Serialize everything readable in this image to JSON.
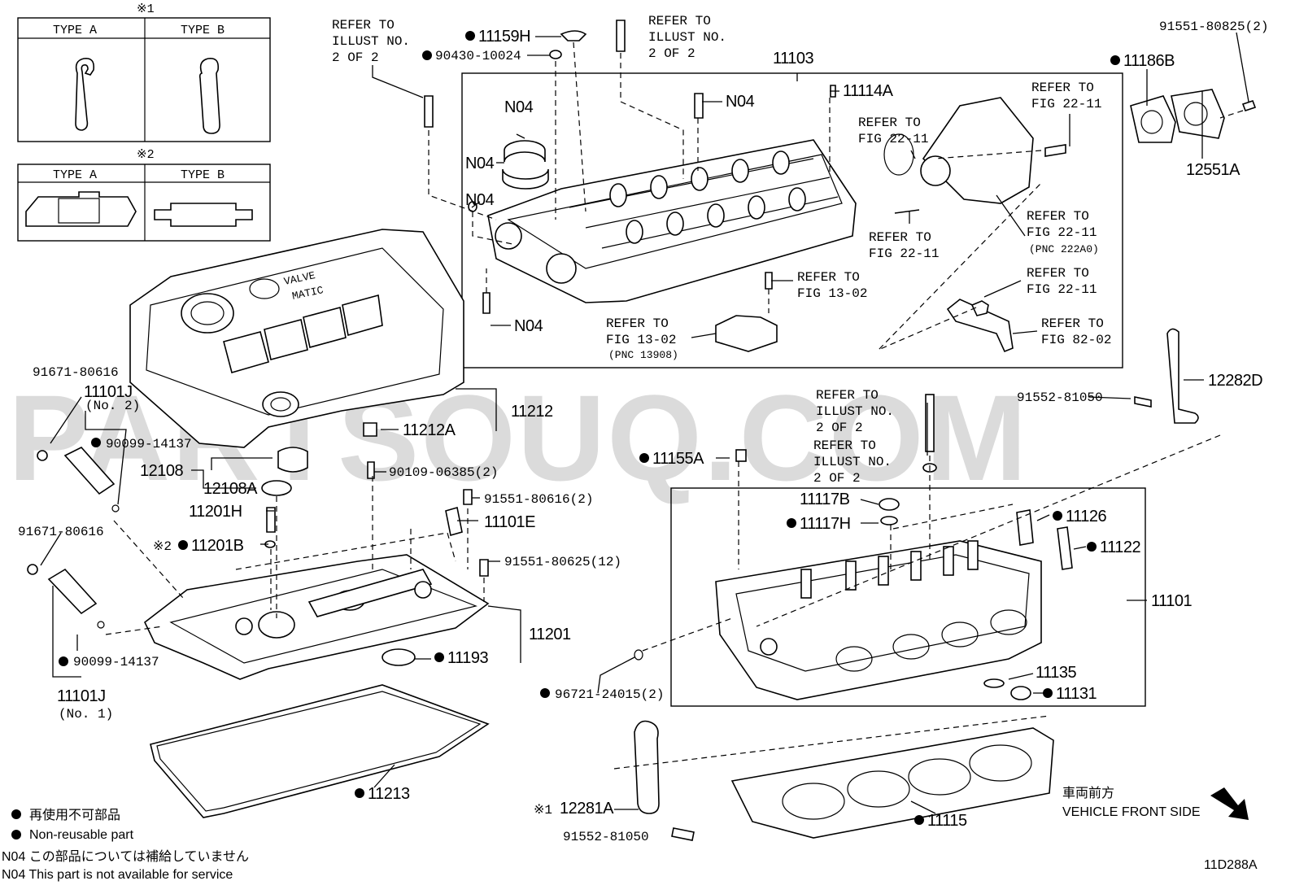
{
  "watermark": "PARTSOUQ.COM",
  "diagram_code": "11D288A",
  "front_side": {
    "jp": "車両前方",
    "en": "VEHICLE FRONT SIDE"
  },
  "legend": {
    "nonreusable_jp": "再使用不可部品",
    "nonreusable_en": "Non-reusable part",
    "n04_jp": "N04  この部品については補給していません",
    "n04_en": "N04  This part is not available for service"
  },
  "type_tables": {
    "t1": {
      "mark": "※1",
      "a": "TYPE A",
      "b": "TYPE B"
    },
    "t2": {
      "mark": "※2",
      "a": "TYPE A",
      "b": "TYPE B"
    }
  },
  "cover_text": {
    "line1": "VALVE",
    "line2": "MATIC"
  },
  "refs": {
    "r1": [
      "REFER TO",
      "ILLUST NO.",
      "2 OF 2"
    ],
    "r2": [
      "REFER TO",
      "ILLUST NO.",
      "2 OF 2"
    ],
    "r3": [
      "REFER TO",
      "FIG 22-11"
    ],
    "r4": [
      "REFER TO",
      "FIG 22-11"
    ],
    "r5": [
      "REFER TO",
      "FIG 22-11",
      "(PNC 222A0)"
    ],
    "r6": [
      "REFER TO",
      "FIG 22-11"
    ],
    "r7": [
      "REFER TO",
      "FIG 22-11"
    ],
    "r8": [
      "REFER TO",
      "FIG 13-02"
    ],
    "r9": [
      "REFER TO",
      "FIG 13-02",
      "(PNC 13908)"
    ],
    "r10": [
      "REFER TO",
      "FIG 82-02"
    ],
    "r11": [
      "REFER TO",
      "ILLUST NO.",
      "2 OF 2"
    ],
    "r12": [
      "REFER TO",
      "ILLUST NO.",
      "2 OF 2"
    ]
  },
  "labels": {
    "p11159H": "11159H",
    "p90430": "90430-10024",
    "p11103": "11103",
    "p11114A": "11114A",
    "n04_a": "N04",
    "n04_b": "N04",
    "n04_c": "N04",
    "n04_d": "N04",
    "n04_e": "N04",
    "p11186B": "11186B",
    "p91551_25_2": "91551-80825(2)",
    "p12551A": "12551A",
    "p91671_a": "91671-80616",
    "p11101J_2": "11101J",
    "no2": "(No. 2)",
    "p90099_a": "90099-14137",
    "p11212": "11212",
    "p11212A": "11212A",
    "p12108": "12108",
    "p12108A": "12108A",
    "p90109": "90109-06385(2)",
    "p11201H": "11201H",
    "p11201B": "11201B",
    "mark2": "※2",
    "p91551_16_2": "91551-80616(2)",
    "p11101E": "11101E",
    "p91551_25_12": "91551-80625(12)",
    "p91671_b": "91671-80616",
    "p11201": "11201",
    "p11193": "11193",
    "p90099_b": "90099-14137",
    "p11101J_1": "11101J",
    "no1": "(No. 1)",
    "p11213": "11213",
    "p11155A": "11155A",
    "p11117B": "11117B",
    "p11117H": "11117H",
    "p11126": "11126",
    "p11122": "11122",
    "p11101": "11101",
    "p91552_a": "91552-81050",
    "p12282D": "12282D",
    "p11135": "11135",
    "p11131": "11131",
    "p96721": "96721-24015(2)",
    "mark1": "※1",
    "p12281A": "12281A",
    "p91552_b": "91552-81050",
    "p11115": "11115"
  }
}
